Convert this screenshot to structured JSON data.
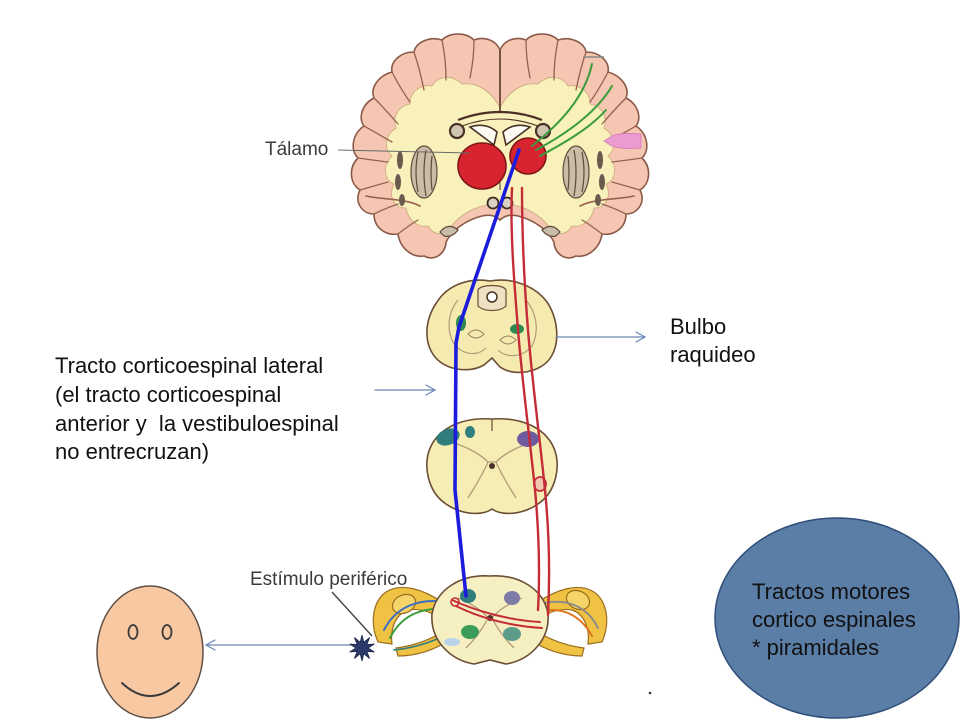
{
  "slide": {
    "thalamus_label": "Tálamo",
    "medulla_label": [
      "Bulbo",
      "raquideo"
    ],
    "tract_note": [
      "Tracto corticoespinal lateral",
      "(el tracto corticoespinal",
      "anterior y  la vestibuloespinal",
      "no entrecruzan)"
    ],
    "stimulus_label": "Estímulo periférico",
    "callout": [
      "Tractos motores",
      "cortico espinales",
      "* piramidales"
    ]
  },
  "icons": {
    "stimulus": "starburst-icon",
    "face": "smiley-face-icon"
  },
  "colors": {
    "background": "#ffffff",
    "tract_blue": "#1c1cdc",
    "tract_red": "#c42c38",
    "thalamus_red": "#d8242f",
    "motor_fibers_green": "#3b9c3b",
    "callout_fill": "#5b7ea7",
    "face_fill": "#f8c8a2"
  }
}
